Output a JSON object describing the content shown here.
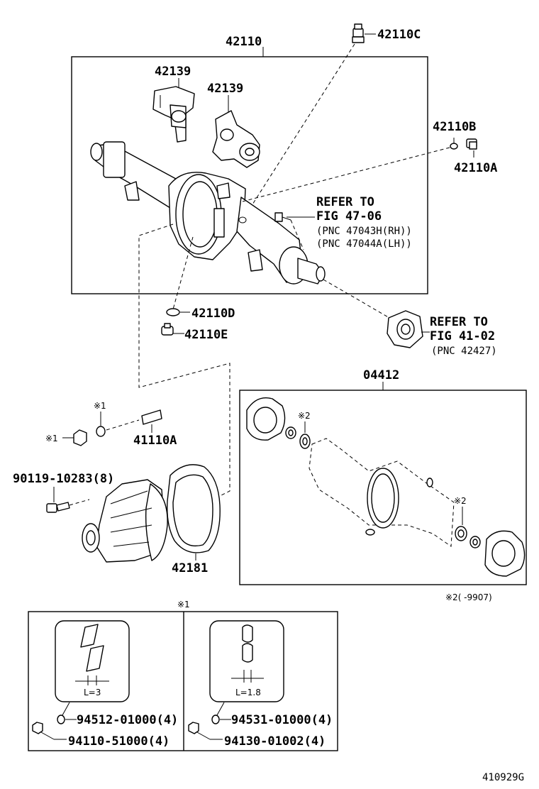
{
  "labels": {
    "p42110": "42110",
    "p42110C": "42110C",
    "p42139a": "42139",
    "p42139b": "42139",
    "p42110B": "42110B",
    "p42110A": "42110A",
    "refer1_line1": "REFER TO",
    "refer1_line2": "FIG 47-06",
    "refer1_line3": "(PNC 47043H(RH))",
    "refer1_line4": "(PNC 47044A(LH))",
    "p42110D": "42110D",
    "p42110E": "42110E",
    "refer2_line1": "REFER TO",
    "refer2_line2": "FIG 41-02",
    "refer2_line3": "(PNC 42427)",
    "p04412": "04412",
    "note_x1a": "※1",
    "note_x1b": "※1",
    "p41110A": "41110A",
    "p9011910283": "90119-10283(8)",
    "p42181": "42181",
    "note_x2a": "※2",
    "note_x2b": "※2",
    "note_x2_range": "※2(      -9907)",
    "note_x1_box": "※1",
    "len_left": "L=3",
    "len_right": "L=1.8",
    "p9451201000": "94512-01000(4)",
    "p9411051000": "94110-51000(4)",
    "p9453101000": "94531-01000(4)",
    "p9413001002": "94130-01002(4)",
    "fig_code": "410929G"
  }
}
